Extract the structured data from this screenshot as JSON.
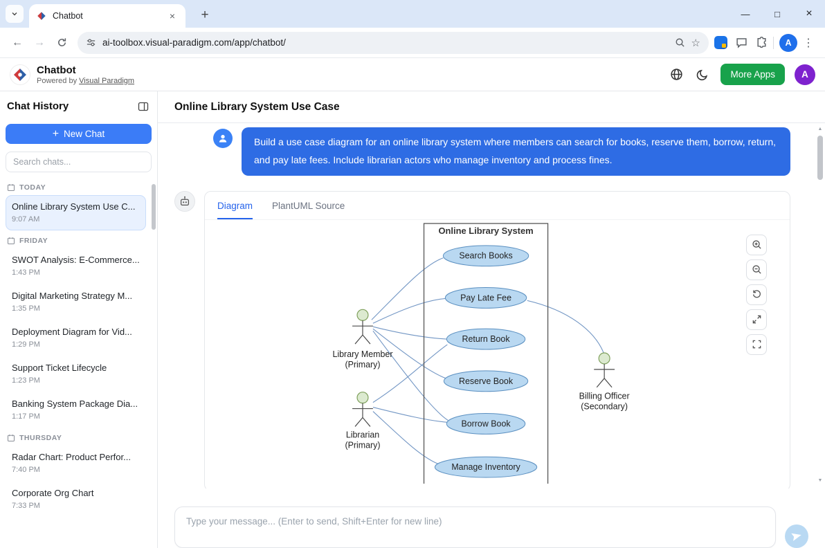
{
  "browser": {
    "tab_title": "Chatbot",
    "url": "ai-toolbox.visual-paradigm.com/app/chatbot/",
    "profile_initial": "A"
  },
  "header": {
    "app_name": "Chatbot",
    "powered_by": "Powered by",
    "powered_by_link": "Visual Paradigm",
    "more_apps_label": "More Apps",
    "user_initial": "A"
  },
  "sidebar": {
    "title": "Chat History",
    "new_chat_label": "New Chat",
    "search_placeholder": "Search chats...",
    "sections": [
      {
        "label": "TODAY",
        "items": [
          {
            "title": "Online Library System Use C...",
            "time": "9:07 AM"
          }
        ]
      },
      {
        "label": "FRIDAY",
        "items": [
          {
            "title": "SWOT Analysis: E-Commerce...",
            "time": "1:43 PM"
          },
          {
            "title": "Digital Marketing Strategy M...",
            "time": "1:35 PM"
          },
          {
            "title": "Deployment Diagram for Vid...",
            "time": "1:29 PM"
          },
          {
            "title": "Support Ticket Lifecycle",
            "time": "1:23 PM"
          },
          {
            "title": "Banking System Package Dia...",
            "time": "1:17 PM"
          }
        ]
      },
      {
        "label": "THURSDAY",
        "items": [
          {
            "title": "Radar Chart: Product Perfor...",
            "time": "7:40 PM"
          },
          {
            "title": "Corporate Org Chart",
            "time": "7:33 PM"
          }
        ]
      }
    ]
  },
  "main": {
    "page_title": "Online Library System Use Case",
    "user_message": "Build a use case diagram for an online library system where members can search for books, reserve them, borrow, return, and pay late fees. Include librarian actors who manage inventory and process fines.",
    "tabs": {
      "diagram": "Diagram",
      "plantuml": "PlantUML Source"
    },
    "composer_placeholder": "Type your message... (Enter to send, Shift+Enter for new line)"
  },
  "diagram": {
    "system_title": "Online Library System",
    "use_cases": [
      "Search Books",
      "Pay Late Fee",
      "Return Book",
      "Reserve Book",
      "Borrow Book",
      "Manage Inventory"
    ],
    "actors": [
      {
        "name": "Library Member",
        "role": "(Primary)"
      },
      {
        "name": "Librarian",
        "role": "(Primary)"
      },
      {
        "name": "Billing Officer",
        "role": "(Secondary)"
      }
    ]
  },
  "icons": {
    "plus": "+",
    "close": "×",
    "minimize": "—",
    "maximize": "□",
    "menu_dots": "⋮",
    "back_arrow": "←",
    "forward_arrow": "→",
    "star": "☆",
    "scroll_up": "▲",
    "scroll_down": "▼"
  },
  "colors": {
    "tabstrip": "#dbe7f8",
    "accent_blue": "#3b7cf7",
    "user_bubble": "#2e6ce4",
    "green_button": "#18a24b",
    "avatar_purple": "#7e22ce",
    "selected_bg": "#e9f1fe",
    "selected_border": "#c9ddfb",
    "usecase_fill": "#b9d8f1",
    "usecase_stroke": "#5a8fc0",
    "actor_fill": "#dcead0",
    "actor_stroke": "#7fa05c",
    "connector": "#7296c4"
  }
}
